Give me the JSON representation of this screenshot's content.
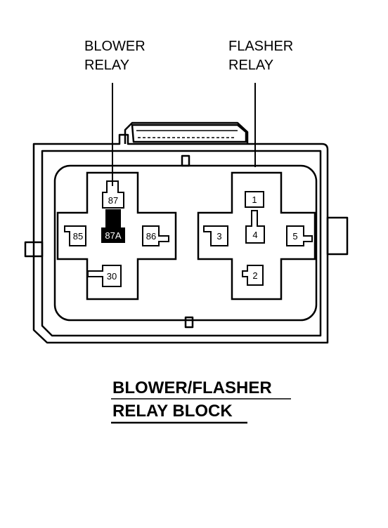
{
  "callouts": {
    "blower_relay": [
      "BLOWER",
      "RELAY"
    ],
    "flasher_relay": [
      "FLASHER",
      "RELAY"
    ]
  },
  "title": [
    "BLOWER/FLASHER",
    "RELAY BLOCK"
  ],
  "blower_pins": {
    "p87": "87",
    "p87a": "87A",
    "p85": "85",
    "p86": "86",
    "p30": "30"
  },
  "flasher_pins": {
    "p1": "1",
    "p2": "2",
    "p3": "3",
    "p4": "4",
    "p5": "5"
  }
}
